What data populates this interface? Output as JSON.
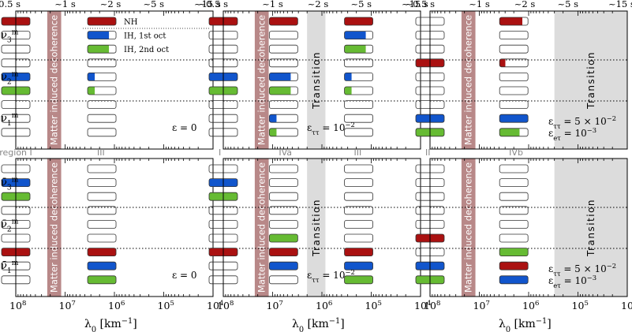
{
  "figure": {
    "top_time_ticks": [
      "~0.5 s",
      "~1 s",
      "~2 s",
      "~5 s",
      "~15 s"
    ],
    "x_tick_labels": [
      "10",
      "10",
      "10",
      "10",
      "10"
    ],
    "x_tick_exponents": [
      "8",
      "7",
      "6",
      "5",
      "4"
    ],
    "x_axis_label": "λ",
    "x_axis_sub": "0",
    "x_axis_unit": " [km",
    "x_axis_unit_exp": "−1",
    "x_axis_unit_close": "]",
    "decoherence_label": "Matter induced decoherence",
    "transition_label": "Transition",
    "row_labels_top": [
      {
        "base": "ν",
        "sub": "3",
        "sup": "m"
      },
      {
        "base": "ν",
        "sub": "2",
        "sup": "m"
      },
      {
        "base": "ν",
        "sub": "1",
        "sup": "m"
      }
    ],
    "row_labels_bottom": [
      {
        "base": "ν̄",
        "sub": "3",
        "sup": "m"
      },
      {
        "base": "ν̄",
        "sub": "2",
        "sup": "m"
      },
      {
        "base": "ν̄",
        "sub": "1",
        "sup": "m"
      }
    ],
    "legend": [
      "NH",
      "IH, 1st oct",
      "IH, 2nd oct"
    ],
    "colors": {
      "NH": "#aa1111",
      "IH1": "#1155cc",
      "IH2": "#66bb33",
      "decoherence": "#b88888",
      "transition": "#dcdcdc"
    },
    "columns": [
      {
        "transition": false,
        "annotation_lines": [
          "ε = 0"
        ],
        "region_labels": [
          {
            "text": "region I",
            "at": 100000000.0
          },
          {
            "text": "III",
            "at": 1800000.0
          }
        ],
        "panels": {
          "top": {
            "groups": [
              {
                "at": 100000000.0,
                "fills": [
                  [
                    "NH",
                    1
                  ],
                  [
                    "none",
                    0
                  ],
                  [
                    "none",
                    0
                  ],
                  [
                    "none",
                    0
                  ],
                  [
                    "IH1",
                    1
                  ],
                  [
                    "IH2",
                    1
                  ],
                  [
                    "none",
                    0
                  ],
                  [
                    "none",
                    0
                  ],
                  [
                    "none",
                    0
                  ]
                ]
              },
              {
                "at": 1800000.0,
                "fills": [
                  [
                    "NH",
                    1
                  ],
                  [
                    "IH1",
                    0.75
                  ],
                  [
                    "IH2",
                    0.75
                  ],
                  [
                    "none",
                    0
                  ],
                  [
                    "IH1",
                    0.25
                  ],
                  [
                    "IH2",
                    0.25
                  ],
                  [
                    "none",
                    0
                  ],
                  [
                    "none",
                    0
                  ],
                  [
                    "none",
                    0
                  ]
                ]
              }
            ]
          },
          "bottom": {
            "groups": [
              {
                "at": 100000000.0,
                "fills": [
                  [
                    "none",
                    0
                  ],
                  [
                    "IH1",
                    1
                  ],
                  [
                    "IH2",
                    1
                  ],
                  [
                    "none",
                    0
                  ],
                  [
                    "none",
                    0
                  ],
                  [
                    "none",
                    0
                  ],
                  [
                    "NH",
                    1
                  ],
                  [
                    "none",
                    0
                  ],
                  [
                    "none",
                    0
                  ]
                ]
              },
              {
                "at": 1800000.0,
                "fills": [
                  [
                    "none",
                    0
                  ],
                  [
                    "none",
                    0
                  ],
                  [
                    "none",
                    0
                  ],
                  [
                    "none",
                    0
                  ],
                  [
                    "none",
                    0
                  ],
                  [
                    "none",
                    0
                  ],
                  [
                    "NH",
                    1
                  ],
                  [
                    "IH1",
                    1
                  ],
                  [
                    "IH2",
                    1
                  ]
                ]
              }
            ]
          }
        }
      },
      {
        "transition": true,
        "annotation_lines": [
          "ε_ττ = 10^−2"
        ],
        "region_labels": [
          {
            "text": "I",
            "at": 100000000.0
          },
          {
            "text": "IVa",
            "at": 6000000.0
          },
          {
            "text": "III",
            "at": 180000.0
          }
        ],
        "panels": {
          "top": {
            "groups": [
              {
                "at": 100000000.0,
                "fills": [
                  [
                    "NH",
                    1
                  ],
                  [
                    "none",
                    0
                  ],
                  [
                    "none",
                    0
                  ],
                  [
                    "none",
                    0
                  ],
                  [
                    "IH1",
                    1
                  ],
                  [
                    "IH2",
                    1
                  ],
                  [
                    "none",
                    0
                  ],
                  [
                    "none",
                    0
                  ],
                  [
                    "none",
                    0
                  ]
                ]
              },
              {
                "at": 6000000.0,
                "fills": [
                  [
                    "NH",
                    1
                  ],
                  [
                    "none",
                    0
                  ],
                  [
                    "none",
                    0
                  ],
                  [
                    "none",
                    0
                  ],
                  [
                    "IH1",
                    0.75
                  ],
                  [
                    "IH2",
                    0.75
                  ],
                  [
                    "none",
                    0
                  ],
                  [
                    "IH1",
                    0.25
                  ],
                  [
                    "IH2",
                    0.25
                  ]
                ]
              },
              {
                "at": 180000.0,
                "fills": [
                  [
                    "NH",
                    1
                  ],
                  [
                    "IH1",
                    0.75
                  ],
                  [
                    "IH2",
                    0.75
                  ],
                  [
                    "none",
                    0
                  ],
                  [
                    "IH1",
                    0.25
                  ],
                  [
                    "IH2",
                    0.25
                  ],
                  [
                    "none",
                    0
                  ],
                  [
                    "none",
                    0
                  ],
                  [
                    "none",
                    0
                  ]
                ]
              }
            ]
          },
          "bottom": {
            "groups": [
              {
                "at": 100000000.0,
                "fills": [
                  [
                    "none",
                    0
                  ],
                  [
                    "IH1",
                    1
                  ],
                  [
                    "IH2",
                    1
                  ],
                  [
                    "none",
                    0
                  ],
                  [
                    "none",
                    0
                  ],
                  [
                    "none",
                    0
                  ],
                  [
                    "NH",
                    1
                  ],
                  [
                    "none",
                    0
                  ],
                  [
                    "none",
                    0
                  ]
                ]
              },
              {
                "at": 6000000.0,
                "fills": [
                  [
                    "none",
                    0
                  ],
                  [
                    "none",
                    0
                  ],
                  [
                    "none",
                    0
                  ],
                  [
                    "none",
                    0
                  ],
                  [
                    "none",
                    0
                  ],
                  [
                    "IH2",
                    1
                  ],
                  [
                    "NH",
                    1
                  ],
                  [
                    "IH1",
                    1
                  ],
                  [
                    "none",
                    0
                  ]
                ]
              },
              {
                "at": 180000.0,
                "fills": [
                  [
                    "none",
                    0
                  ],
                  [
                    "none",
                    0
                  ],
                  [
                    "none",
                    0
                  ],
                  [
                    "none",
                    0
                  ],
                  [
                    "none",
                    0
                  ],
                  [
                    "none",
                    0
                  ],
                  [
                    "NH",
                    1
                  ],
                  [
                    "IH1",
                    1
                  ],
                  [
                    "IH2",
                    1
                  ]
                ]
              }
            ]
          }
        }
      },
      {
        "transition": true,
        "annotation_lines": [
          "ε_ττ = 5 × 10^−2",
          "ε_eτ = 10^−3"
        ],
        "region_labels": [
          {
            "text": "II",
            "at": 100000000.0
          },
          {
            "text": "IVb",
            "at": 2000000.0
          }
        ],
        "panels": {
          "top": {
            "groups": [
              {
                "at": 100000000.0,
                "fills": [
                  [
                    "none",
                    0
                  ],
                  [
                    "none",
                    0
                  ],
                  [
                    "none",
                    0
                  ],
                  [
                    "NH",
                    1
                  ],
                  [
                    "none",
                    0
                  ],
                  [
                    "none",
                    0
                  ],
                  [
                    "none",
                    0
                  ],
                  [
                    "IH1",
                    1
                  ],
                  [
                    "IH2",
                    1
                  ]
                ]
              },
              {
                "at": 2000000.0,
                "fills": [
                  [
                    "NH",
                    0.8
                  ],
                  [
                    "none",
                    0
                  ],
                  [
                    "none",
                    0
                  ],
                  [
                    "NH",
                    0.2
                  ],
                  [
                    "none",
                    0
                  ],
                  [
                    "none",
                    0
                  ],
                  [
                    "none",
                    0
                  ],
                  [
                    "IH1",
                    1
                  ],
                  [
                    "IH2",
                    0.7
                  ]
                ]
              }
            ]
          },
          "bottom": {
            "groups": [
              {
                "at": 100000000.0,
                "fills": [
                  [
                    "none",
                    0
                  ],
                  [
                    "none",
                    0
                  ],
                  [
                    "none",
                    0
                  ],
                  [
                    "none",
                    0
                  ],
                  [
                    "none",
                    0
                  ],
                  [
                    "NH",
                    1
                  ],
                  [
                    "none",
                    0
                  ],
                  [
                    "IH1",
                    1
                  ],
                  [
                    "IH2",
                    1
                  ]
                ]
              },
              {
                "at": 2000000.0,
                "fills": [
                  [
                    "none",
                    0
                  ],
                  [
                    "none",
                    0
                  ],
                  [
                    "none",
                    0
                  ],
                  [
                    "none",
                    0
                  ],
                  [
                    "none",
                    0
                  ],
                  [
                    "none",
                    0
                  ],
                  [
                    "IH2",
                    1
                  ],
                  [
                    "NH",
                    1
                  ],
                  [
                    "IH1",
                    1
                  ]
                ]
              }
            ]
          }
        }
      }
    ]
  }
}
